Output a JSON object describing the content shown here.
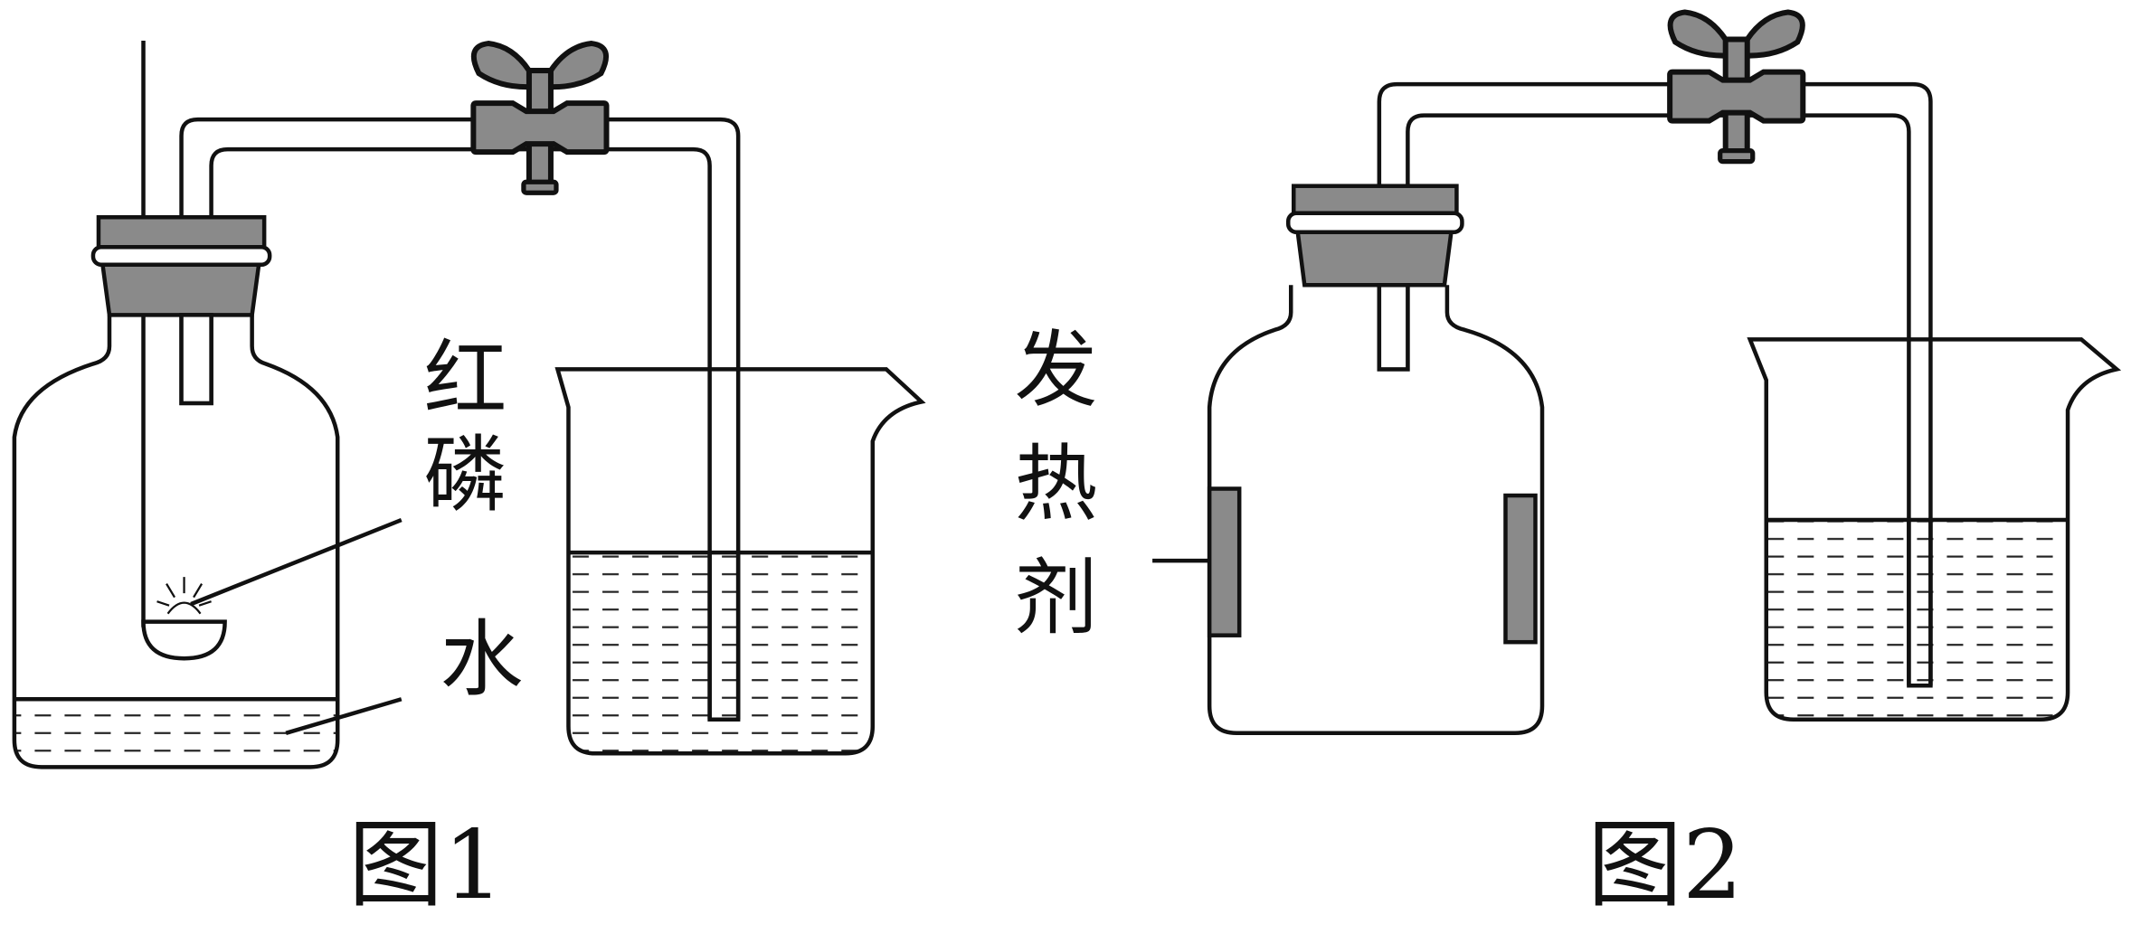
{
  "figure1": {
    "caption": "图1",
    "label_red_phosphorus": "红磷",
    "label_water": "水"
  },
  "figure2": {
    "caption": "图2",
    "label_heater": "发热剂"
  },
  "colors": {
    "stroke": "#111111",
    "rubber_gray": "#8a8a8a"
  }
}
